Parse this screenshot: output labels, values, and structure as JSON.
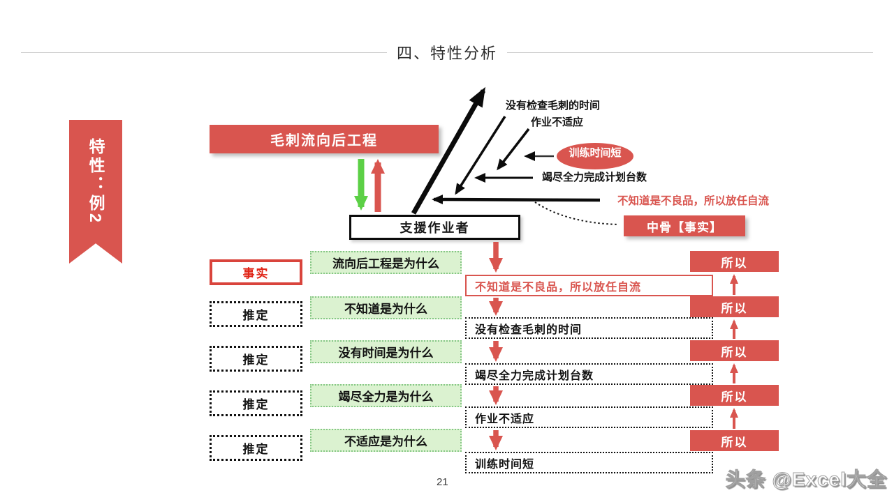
{
  "title": "四、特性分析",
  "ribbon": {
    "label": "特性：例2"
  },
  "diagram": {
    "top_box": "毛刺流向后工程",
    "support_box": "支援作业者",
    "fishbone": {
      "bone_labels": [
        "没有检查毛刺的时间",
        "作业不适应",
        "竭尽全力完成计划台数"
      ],
      "ellipse_label": "训练时间短",
      "spine_label": "不知道是不良品，所以放任自流",
      "tag_box": "中骨【事实】"
    },
    "legend": {
      "fact": "事实",
      "assumption": "推定"
    },
    "why_boxes": [
      "流向后工程是为什么",
      "不知道是为什么",
      "没有时间是为什么",
      "竭尽全力是为什么",
      "不适应是为什么"
    ],
    "chain_boxes": [
      "不知道是不良品，所以放任自流",
      "没有检查毛刺的时间",
      "竭尽全力完成计划台数",
      "作业不适应",
      "训练时间短"
    ],
    "so_label": "所以"
  },
  "footer": {
    "page_number": "21",
    "watermark": "头条 @Excel大全"
  },
  "colors": {
    "accent_red": "#d9554f",
    "bright_red_text": "#e02416",
    "green_arrow": "#5cd046",
    "light_green_fill": "#dbf2d0",
    "green_border": "#85c785"
  }
}
